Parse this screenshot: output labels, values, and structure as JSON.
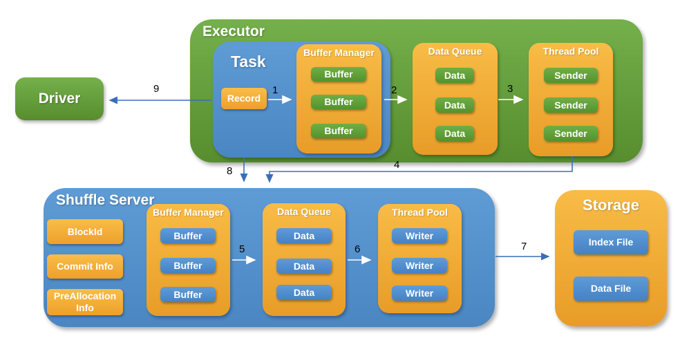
{
  "driver": {
    "title": "Driver"
  },
  "executor": {
    "title": "Executor",
    "task": {
      "title": "Task",
      "record": "Record"
    },
    "buffer_manager": {
      "title": "Buffer Manager",
      "items": [
        "Buffer",
        "Buffer",
        "Buffer"
      ]
    },
    "data_queue": {
      "title": "Data Queue",
      "items": [
        "Data",
        "Data",
        "Data"
      ]
    },
    "thread_pool": {
      "title": "Thread Pool",
      "items": [
        "Sender",
        "Sender",
        "Sender"
      ]
    }
  },
  "shuffle_server": {
    "title": "Shuffle Server",
    "meta": [
      "BlockId",
      "Commit Info",
      "PreAllocation Info"
    ],
    "buffer_manager": {
      "title": "Buffer Manager",
      "items": [
        "Buffer",
        "Buffer",
        "Buffer"
      ]
    },
    "data_queue": {
      "title": "Data Queue",
      "items": [
        "Data",
        "Data",
        "Data"
      ]
    },
    "thread_pool": {
      "title": "Thread Pool",
      "items": [
        "Writer",
        "Writer",
        "Writer"
      ]
    }
  },
  "storage": {
    "title": "Storage",
    "items": [
      "Index File",
      "Data File"
    ]
  },
  "arrows": {
    "n1": "1",
    "n2": "2",
    "n3": "3",
    "n4": "4",
    "n5": "5",
    "n6": "6",
    "n7": "7",
    "n8": "8",
    "n9": "9"
  },
  "colors": {
    "green": "#5b9233",
    "blue": "#4a86c3",
    "orange": "#eda02b",
    "arrow_blue": "#3a6fb7",
    "arrow_white": "#ffffff",
    "label_text": "#000000"
  }
}
